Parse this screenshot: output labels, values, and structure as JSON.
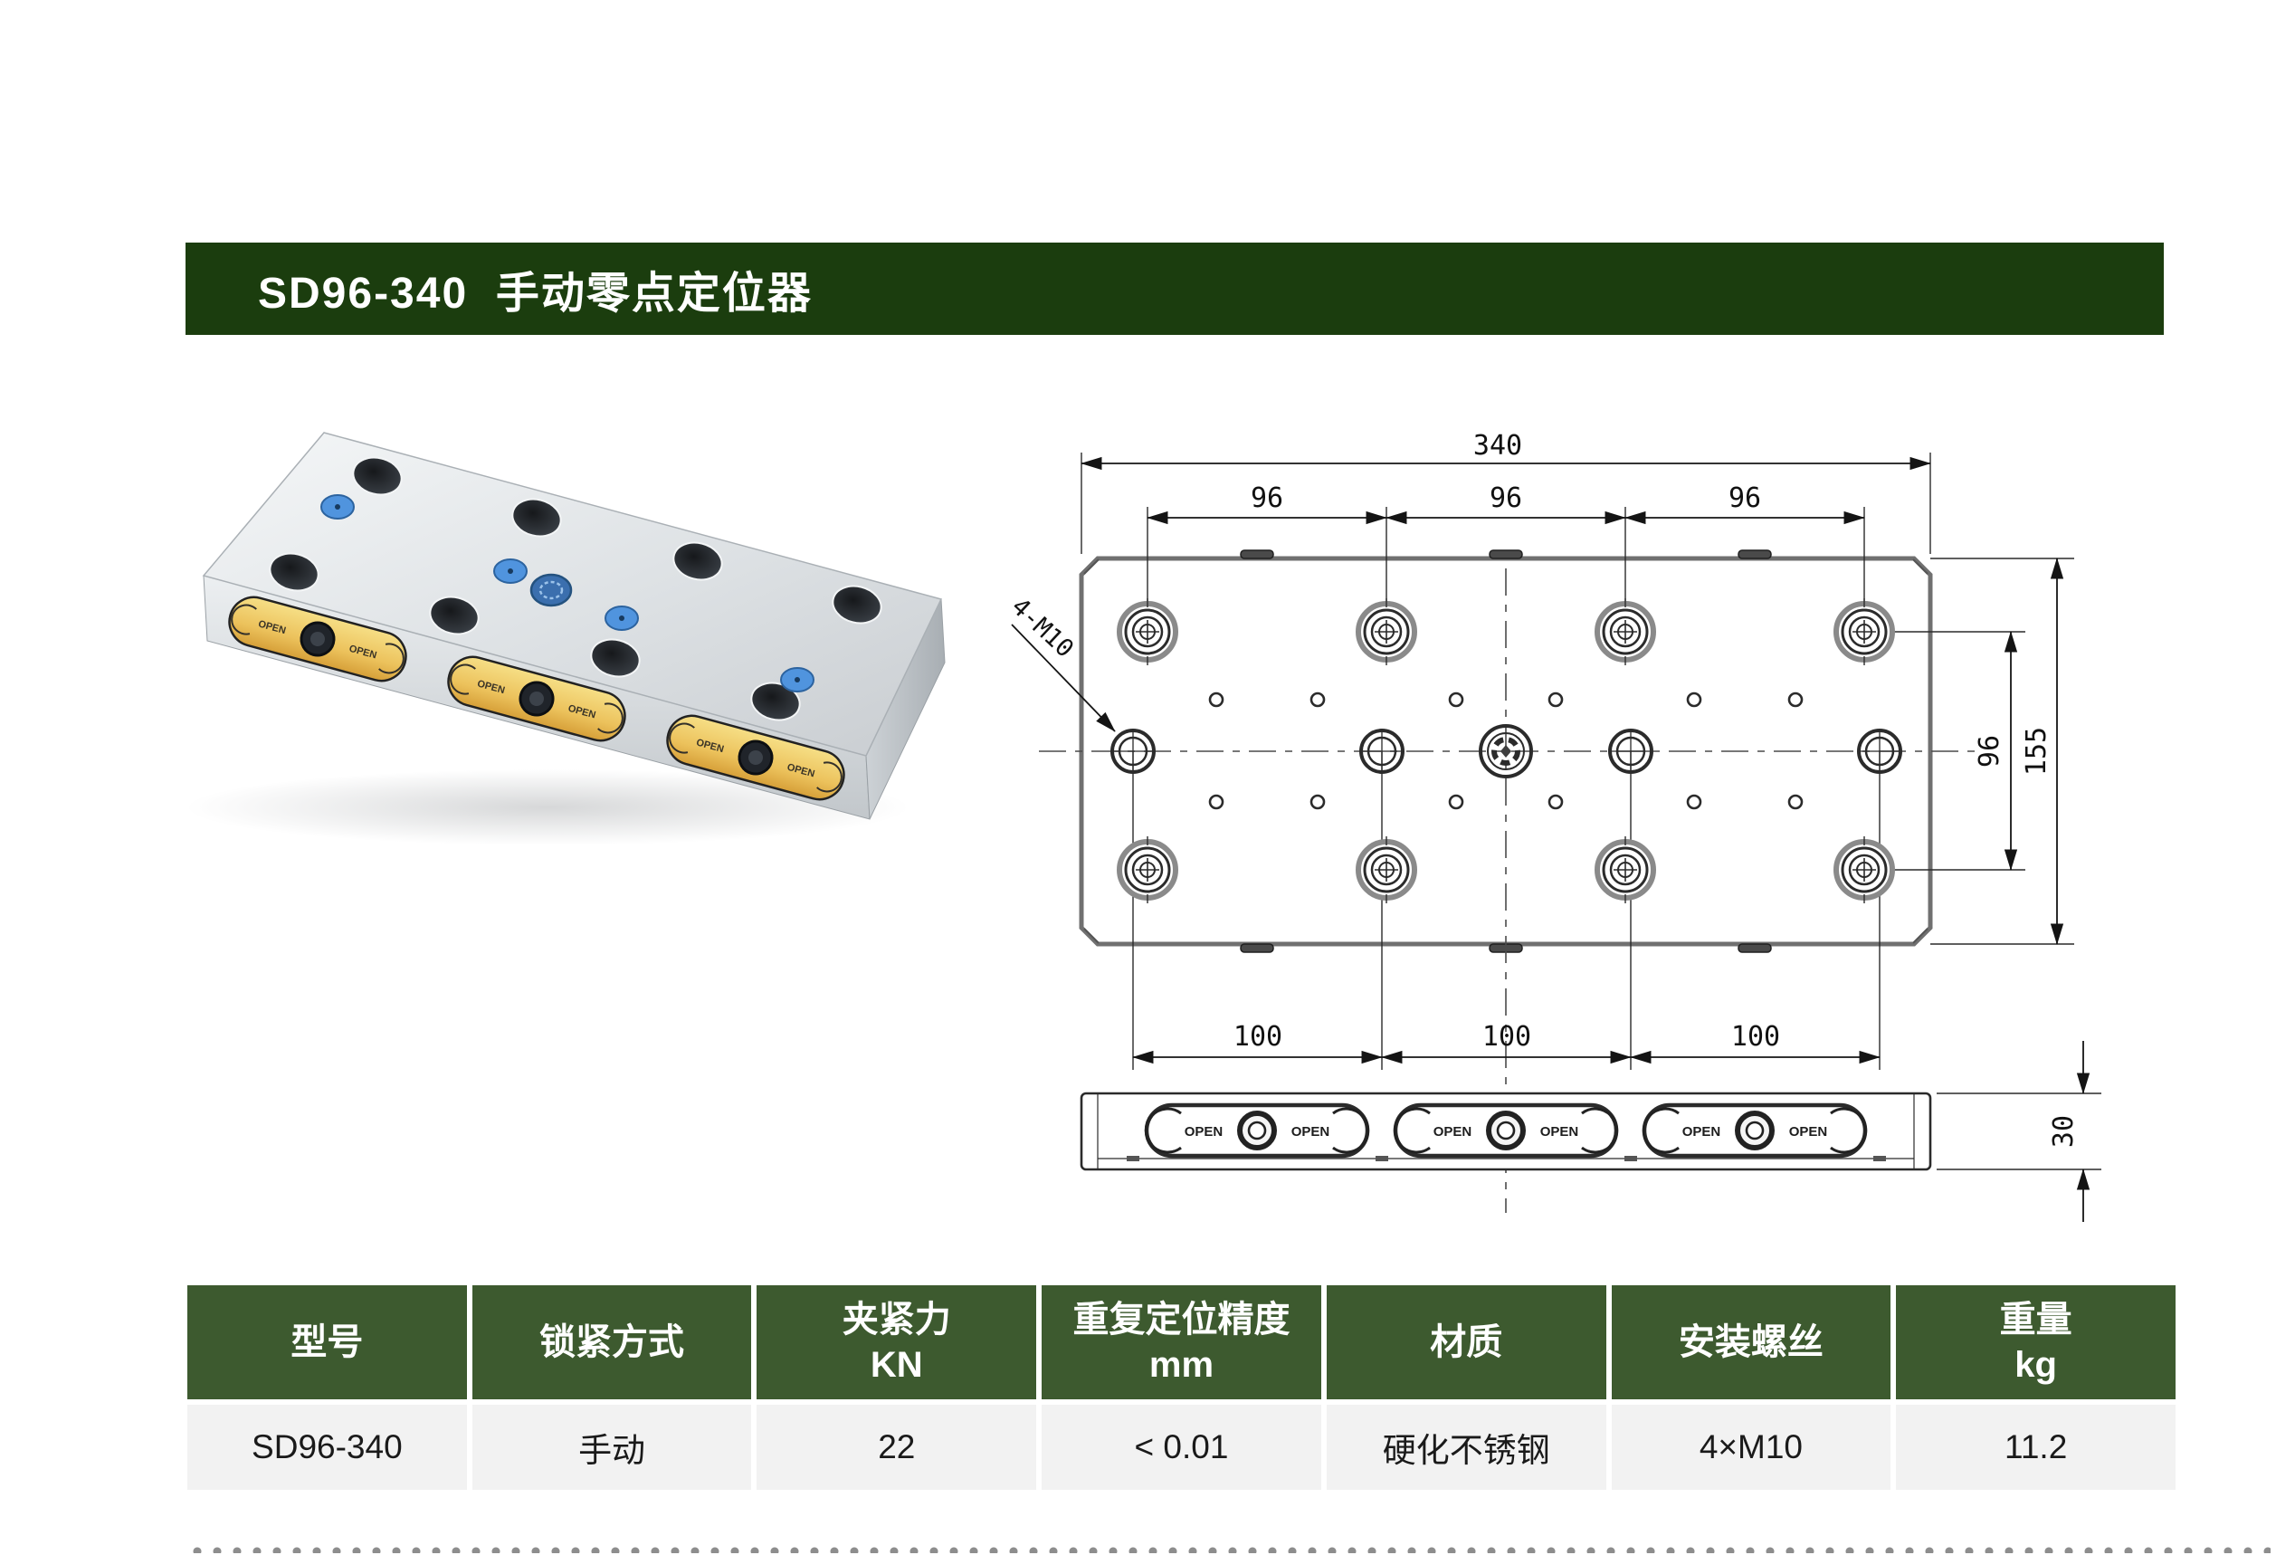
{
  "banner": {
    "title": "SD96-340  手动零点定位器"
  },
  "drawing": {
    "open_label": "OPEN",
    "dims": {
      "width": "340",
      "pitch_top": [
        "96",
        "96",
        "96"
      ],
      "pitch_bottom": [
        "100",
        "100",
        "100"
      ],
      "row_pitch": "96",
      "height": "155",
      "thickness": "30",
      "thread_callout": "4-M10"
    }
  },
  "photo": {
    "open_label": "OPEN"
  },
  "table": {
    "headers": [
      {
        "l1": "型号",
        "l2": ""
      },
      {
        "l1": "锁紧方式",
        "l2": ""
      },
      {
        "l1": "夹紧力",
        "l2": "KN"
      },
      {
        "l1": "重复定位精度",
        "l2": "mm"
      },
      {
        "l1": "材质",
        "l2": ""
      },
      {
        "l1": "安装螺丝",
        "l2": ""
      },
      {
        "l1": "重量",
        "l2": "kg"
      }
    ],
    "row": [
      "SD96-340",
      "手动",
      "22",
      "< 0.01",
      "硬化不锈钢",
      "4×M10",
      "11.2"
    ]
  }
}
